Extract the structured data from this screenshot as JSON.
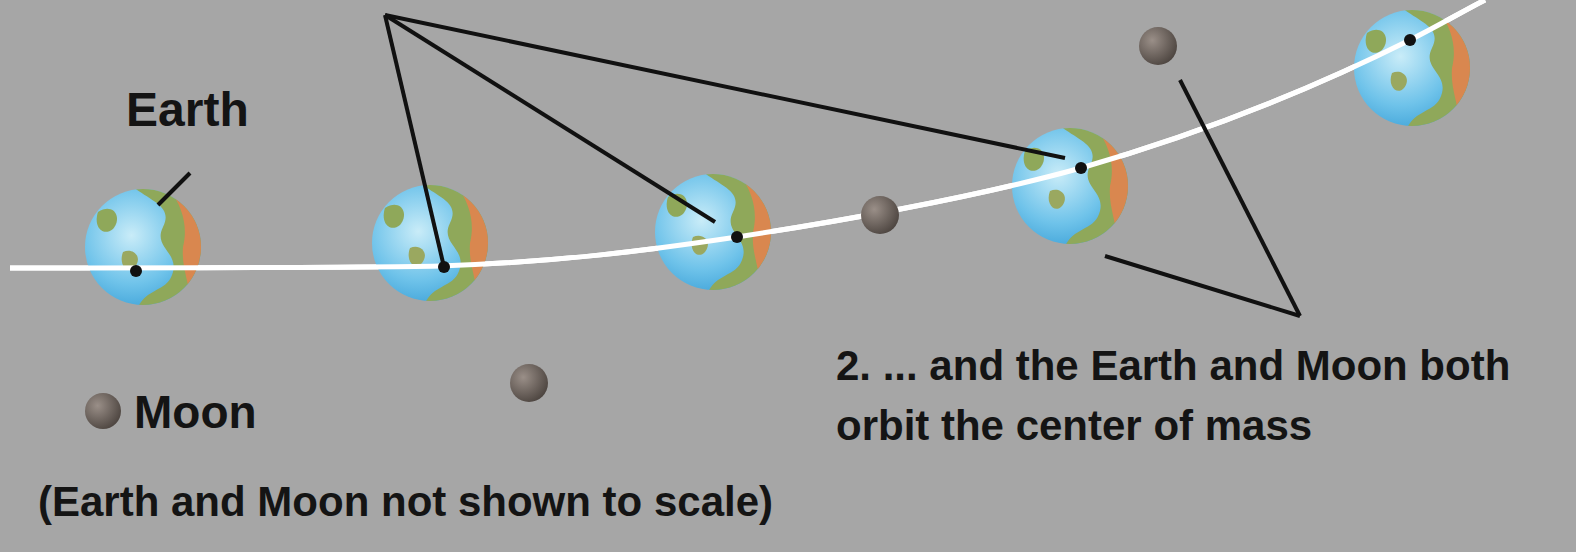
{
  "diagram": {
    "labels": [
      "Earth",
      "Moon",
      "(Earth and Moon not shown to scale)",
      "2. ... and the Earth and Moon both orbit the center of mass"
    ]
  }
}
